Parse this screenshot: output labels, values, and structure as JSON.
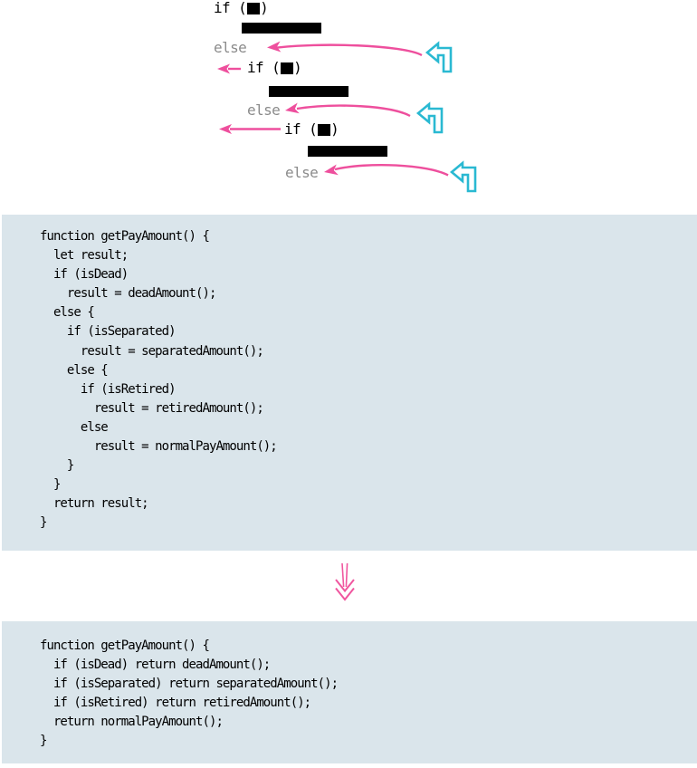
{
  "colors": {
    "pink_arrow": "#ee4f9d",
    "cyan_icon": "#2ab9d2",
    "code_background": "#dae5eb",
    "else_gray": "#8b8b8b",
    "code_text": "#000000"
  },
  "diagram": {
    "if_open": "if (",
    "if_close": ")",
    "else_label": "else",
    "icons": [
      "bent-arrow-icon",
      "bent-arrow-icon",
      "bent-arrow-icon"
    ]
  },
  "code_before": {
    "lines": [
      "function getPayAmount() {",
      "  let result;",
      "  if (isDead)",
      "    result = deadAmount();",
      "  else {",
      "    if (isSeparated)",
      "      result = separatedAmount();",
      "    else {",
      "      if (isRetired)",
      "        result = retiredAmount();",
      "      else",
      "        result = normalPayAmount();",
      "    }",
      "  }",
      "  return result;",
      "}"
    ]
  },
  "code_after": {
    "lines": [
      "function getPayAmount() {",
      "  if (isDead) return deadAmount();",
      "  if (isSeparated) return separatedAmount();",
      "  if (isRetired) return retiredAmount();",
      "  return normalPayAmount();",
      "}"
    ]
  }
}
